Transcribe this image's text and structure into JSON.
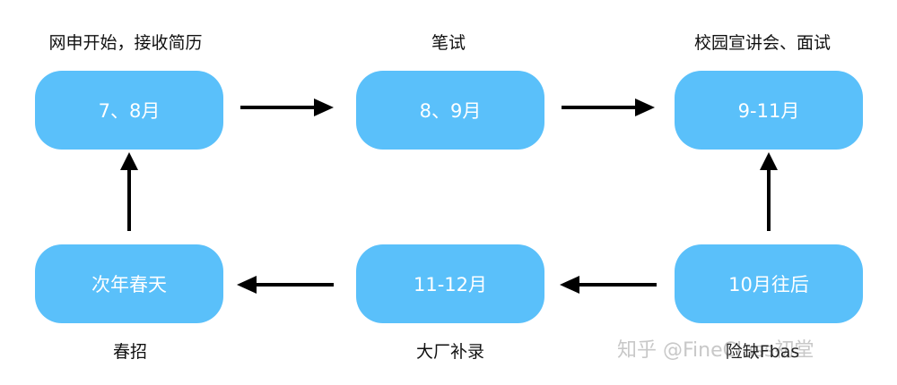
{
  "stages": {
    "stage1": {
      "label": "网申开始，接收简历",
      "period": "7、8月"
    },
    "stage2": {
      "label": "笔试",
      "period": "8、9月"
    },
    "stage3": {
      "label": "校园宣讲会、面试",
      "period": "9-11月"
    },
    "stage4": {
      "label": "",
      "period": "10月往后"
    },
    "stage5": {
      "label": "大厂补录",
      "period": "11-12月"
    },
    "stage6": {
      "label": "春招",
      "period": "次年春天"
    }
  },
  "watermark": {
    "text": "知乎 @FineClass初堂",
    "overlay_text": "险缺Fbas"
  },
  "colors": {
    "node_fill": "#5ac0fa",
    "node_text": "#ffffff",
    "arrow": "#000000",
    "label_text": "#111111",
    "watermark": "#c8c8c8"
  }
}
